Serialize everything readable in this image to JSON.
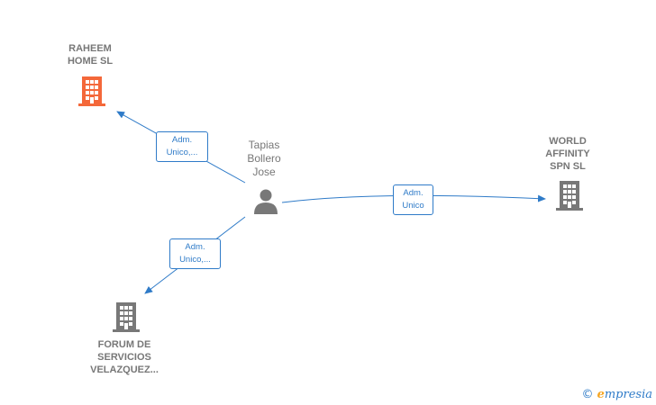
{
  "colors": {
    "edge": "#2f7bc8",
    "company_highlight": "#f4683a",
    "company": "#787878",
    "person": "#787878",
    "label": "#777777"
  },
  "center_person": {
    "name_lines": [
      "Tapias",
      "Bollero",
      "Jose"
    ],
    "icon": "person-icon"
  },
  "companies": [
    {
      "id": "raheem",
      "name_lines": [
        "RAHEEM",
        "HOME  SL"
      ],
      "icon": "building-icon",
      "highlight": true
    },
    {
      "id": "world",
      "name_lines": [
        "WORLD",
        "AFFINITY",
        "SPN  SL"
      ],
      "icon": "building-icon",
      "highlight": false
    },
    {
      "id": "forum",
      "name_lines": [
        "FORUM DE",
        "SERVICIOS",
        "VELAZQUEZ..."
      ],
      "icon": "building-icon",
      "highlight": false
    }
  ],
  "edges": [
    {
      "to": "raheem",
      "label_lines": [
        "Adm.",
        "Unico,..."
      ]
    },
    {
      "to": "world",
      "label_lines": [
        "Adm.",
        "Unico"
      ]
    },
    {
      "to": "forum",
      "label_lines": [
        "Adm.",
        "Unico,..."
      ]
    }
  ],
  "watermark": {
    "symbol": "©",
    "brand_initial": "e",
    "brand_rest": "mpresia"
  }
}
